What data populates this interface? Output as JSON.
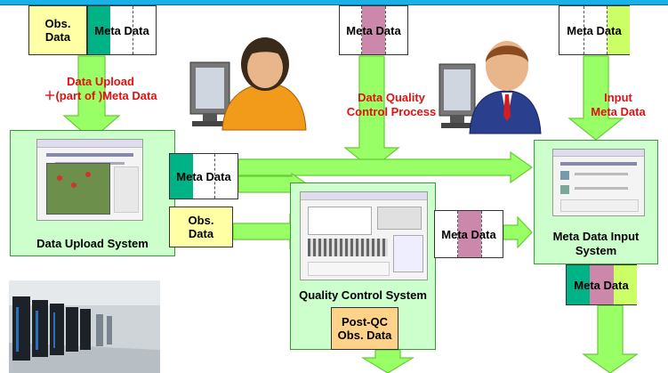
{
  "labels": {
    "obs_data": "Obs.\nData",
    "meta_data": "Meta Data",
    "post_qc": "Post-QC\nObs. Data",
    "data_upload": "Data Upload\n＋(part of )Meta Data",
    "qc_process": "Data Quality\nControl Process",
    "input_meta": "Input\nMeta Data",
    "data_upload_system": "Data Upload System",
    "quality_control_system": "Quality Control System",
    "meta_data_input_system": "Meta Data Input\nSystem"
  },
  "colors": {
    "arrow_fill": "#99ff66",
    "arrow_stroke": "#66cc33",
    "system_fill": "#ccffcc",
    "obs_fill": "#ffffa6",
    "meta_green": "#00b386",
    "meta_pink": "#cc88aa",
    "meta_lime": "#ccff66",
    "annotation": "#e31010"
  },
  "icons": [
    "user-female-icon",
    "user-male-icon",
    "server-room-photo"
  ]
}
